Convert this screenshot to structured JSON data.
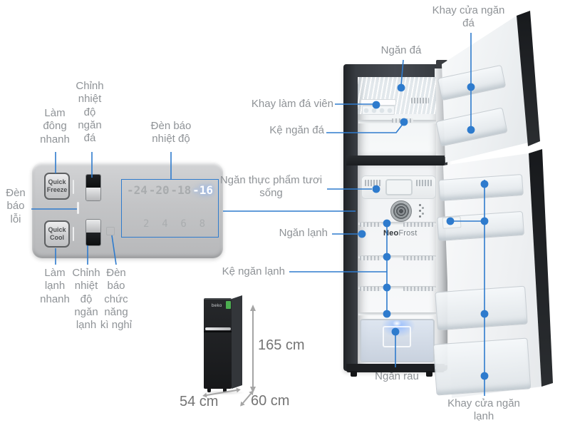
{
  "callouts": {
    "panel": {
      "quick_freeze_label": "Làm đông nhanh",
      "freezer_temp_control": "Chỉnh nhiệt độ ngăn đá",
      "temp_display": "Đèn báo nhiệt độ",
      "error_light": "Đèn báo lỗi",
      "quick_cool_label": "Làm lạnh nhanh",
      "fridge_temp_control": "Chỉnh nhiệt độ ngăn lạnh",
      "holiday_light": "Đèn báo chức năng kì nghỉ"
    },
    "fridge": {
      "freezer_door_tray": "Khay cửa ngăn đá",
      "freezer": "Ngăn đá",
      "ice_tray": "Khay làm đá viên",
      "freezer_shelf": "Kệ ngăn đá",
      "fresh_food": "Ngăn thực phẩm tươi sống",
      "fridge_compartment": "Ngăn lạnh",
      "fridge_shelf": "Kệ ngăn lạnh",
      "veg_drawer": "Ngăn rau",
      "fridge_door_tray": "Khay cửa ngăn lạnh"
    }
  },
  "control_panel": {
    "buttons": {
      "quick_freeze": "Quick Freeze",
      "quick_cool": "Quick Cool"
    },
    "display": {
      "freezer_temps": [
        "-24",
        "-20",
        "-18",
        "-16"
      ],
      "active_freezer_temp": "-16",
      "fridge_temps": [
        "2",
        "4",
        "6",
        "8"
      ]
    }
  },
  "dimensions": {
    "height": "165 cm",
    "width": "54 cm",
    "depth": "60 cm"
  },
  "branding": {
    "interior_logo_bold": "Neo",
    "interior_logo_light": "Frost",
    "mini_fridge_logo": "beko"
  },
  "colors": {
    "callout_blue": "#2e7bcd",
    "label_gray": "#8f9397",
    "dimension_gray": "#747474",
    "active_digit": "#ffffff"
  }
}
